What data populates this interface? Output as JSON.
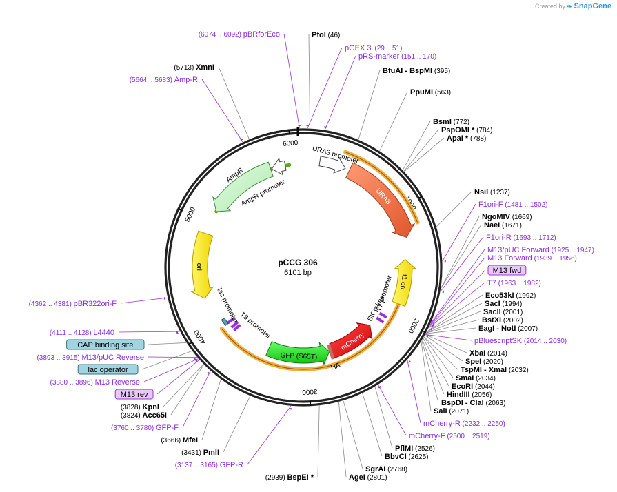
{
  "branding": {
    "created_by": "Created by",
    "logo_name": "SnapGene"
  },
  "map": {
    "name": "pCCG 306",
    "size_label": "6101 bp",
    "length": 6101,
    "tick_labels": [
      "1000",
      "2000",
      "3000",
      "4000",
      "5000",
      "6000"
    ],
    "colors": {
      "backbone": "#222222",
      "primer": "#9b30d9",
      "site": "#000000",
      "ura3": "#f07850",
      "mcherry": "#ee1111",
      "gfp": "#22dd22",
      "ori": "#ffee00",
      "ampr": "#c8f5c8",
      "orange_band": "#f0b040",
      "green_line": "#55aa22"
    }
  },
  "features": [
    {
      "name": "URA3 promoter",
      "kind": "promoter"
    },
    {
      "name": "URA3",
      "kind": "cds"
    },
    {
      "name": "AmpR promoter",
      "kind": "promoter"
    },
    {
      "name": "AmpR",
      "kind": "cds"
    },
    {
      "name": "ori",
      "kind": "rep_origin"
    },
    {
      "name": "lac promoter",
      "kind": "promoter"
    },
    {
      "name": "T3 promoter",
      "kind": "promoter"
    },
    {
      "name": "GFP (S65T)",
      "kind": "cds"
    },
    {
      "name": "HA",
      "kind": "tag"
    },
    {
      "name": "mCherry",
      "kind": "cds"
    },
    {
      "name": "T7 promoter",
      "kind": "promoter"
    },
    {
      "name": "SK primer",
      "kind": "primer_bind"
    },
    {
      "name": "f1 ori",
      "kind": "rep_origin"
    }
  ],
  "site_labels": [
    {
      "name": "PfoI",
      "coord": "(46)",
      "type": "site"
    },
    {
      "name": "BfuAI",
      "extra": "-  BspMI",
      "coord": "(395)",
      "type": "site"
    },
    {
      "name": "PpuMI",
      "coord": "(563)",
      "type": "site"
    },
    {
      "name": "BsmI",
      "coord": "(772)",
      "type": "site"
    },
    {
      "name": "PspOMI *",
      "coord": "(784)",
      "type": "site"
    },
    {
      "name": "ApaI *",
      "coord": "(788)",
      "type": "site"
    },
    {
      "name": "NsiI",
      "coord": "(1237)",
      "type": "site"
    },
    {
      "name": "F1ori-F",
      "coord": "(1481 .. 1502)",
      "type": "primer"
    },
    {
      "name": "NgoMIV",
      "coord": "(1669)",
      "type": "site"
    },
    {
      "name": "NaeI",
      "coord": "(1671)",
      "type": "site"
    },
    {
      "name": "F1ori-R",
      "coord": "(1693 .. 1712)",
      "type": "primer"
    },
    {
      "name": "M13/pUC Forward",
      "coord": "(1925 .. 1947)",
      "type": "primer"
    },
    {
      "name": "M13 Forward",
      "coord": "(1939 .. 1956)",
      "type": "primer"
    },
    {
      "name": "M13 fwd",
      "type": "box_primer"
    },
    {
      "name": "T7",
      "coord": "(1963 .. 1982)",
      "type": "primer"
    },
    {
      "name": "Eco53kI",
      "coord": "(1992)",
      "type": "site"
    },
    {
      "name": "SacI",
      "coord": "(1994)",
      "type": "site"
    },
    {
      "name": "SacII",
      "coord": "(2001)",
      "type": "site"
    },
    {
      "name": "BstXI",
      "coord": "(2002)",
      "type": "site"
    },
    {
      "name": "EagI",
      "extra": "-  NotI",
      "coord": "(2007)",
      "type": "site"
    },
    {
      "name": "pBluescriptSK",
      "coord": "(2014 .. 2030)",
      "type": "primer_name_first"
    },
    {
      "name": "XbaI",
      "coord": "(2014)",
      "type": "site"
    },
    {
      "name": "SpeI",
      "coord": "(2020)",
      "type": "site"
    },
    {
      "name": "TspMI",
      "extra": "-  XmaI",
      "coord": "(2032)",
      "type": "site"
    },
    {
      "name": "SmaI",
      "coord": "(2034)",
      "type": "site"
    },
    {
      "name": "EcoRI",
      "coord": "(2044)",
      "type": "site"
    },
    {
      "name": "HindIII",
      "coord": "(2056)",
      "type": "site"
    },
    {
      "name": "BspDI",
      "extra": "-  ClaI",
      "coord": "(2063)",
      "type": "site"
    },
    {
      "name": "SalI",
      "coord": "(2071)",
      "type": "site"
    },
    {
      "name": "mCherry-R",
      "coord": "(2232 .. 2250)",
      "type": "primer"
    },
    {
      "name": "mCherry-F",
      "coord": "(2500 .. 2519)",
      "type": "primer"
    },
    {
      "name": "PflMI",
      "coord": "(2526)",
      "type": "site"
    },
    {
      "name": "BbvCI",
      "coord": "(2625)",
      "type": "site"
    },
    {
      "name": "SgrAI",
      "coord": "(2768)",
      "type": "site"
    },
    {
      "name": "AgeI",
      "coord": "(2801)",
      "type": "site"
    },
    {
      "name": "BspEI *",
      "coord": "(2939)",
      "type": "site_left"
    },
    {
      "name": "GFP-R",
      "coord": "(3137 .. 3165)",
      "type": "primer_left"
    },
    {
      "name": "PmlI",
      "coord": "(3431)",
      "type": "site_left"
    },
    {
      "name": "MfeI",
      "coord": "(3666)",
      "type": "site_left"
    },
    {
      "name": "GFP-F",
      "coord": "(3760 .. 3780)",
      "type": "primer_left"
    },
    {
      "name": "Acc65I",
      "coord": "(3824)",
      "type": "site_left"
    },
    {
      "name": "KpnI",
      "coord": "(3828)",
      "type": "site_left"
    },
    {
      "name": "M13 rev",
      "type": "box_primer"
    },
    {
      "name": "M13 Reverse",
      "coord": "(3880 .. 3896)",
      "type": "primer_left"
    },
    {
      "name": "lac operator",
      "type": "box_feature"
    },
    {
      "name": "M13/pUC Reverse",
      "coord": "(3893 .. 3915)",
      "type": "primer_left"
    },
    {
      "name": "CAP binding site",
      "type": "box_feature"
    },
    {
      "name": "L4440",
      "coord": "(4111 .. 4128)",
      "type": "primer_left"
    },
    {
      "name": "pBR322ori-F",
      "coord": "(4362 .. 4381)",
      "type": "primer_left"
    },
    {
      "name": "Amp-R",
      "coord": "(5664 .. 5683)",
      "type": "primer_left"
    },
    {
      "name": "XmnI",
      "coord": "(5713)",
      "type": "site_left"
    },
    {
      "name": "pBRforEco",
      "coord": "(6074 .. 6092)",
      "type": "primer_left"
    },
    {
      "name": "pGEX 3'",
      "coord": "(29 .. 51)",
      "type": "primer"
    },
    {
      "name": "pRS-marker",
      "coord": "(151 .. 170)",
      "type": "primer"
    }
  ]
}
